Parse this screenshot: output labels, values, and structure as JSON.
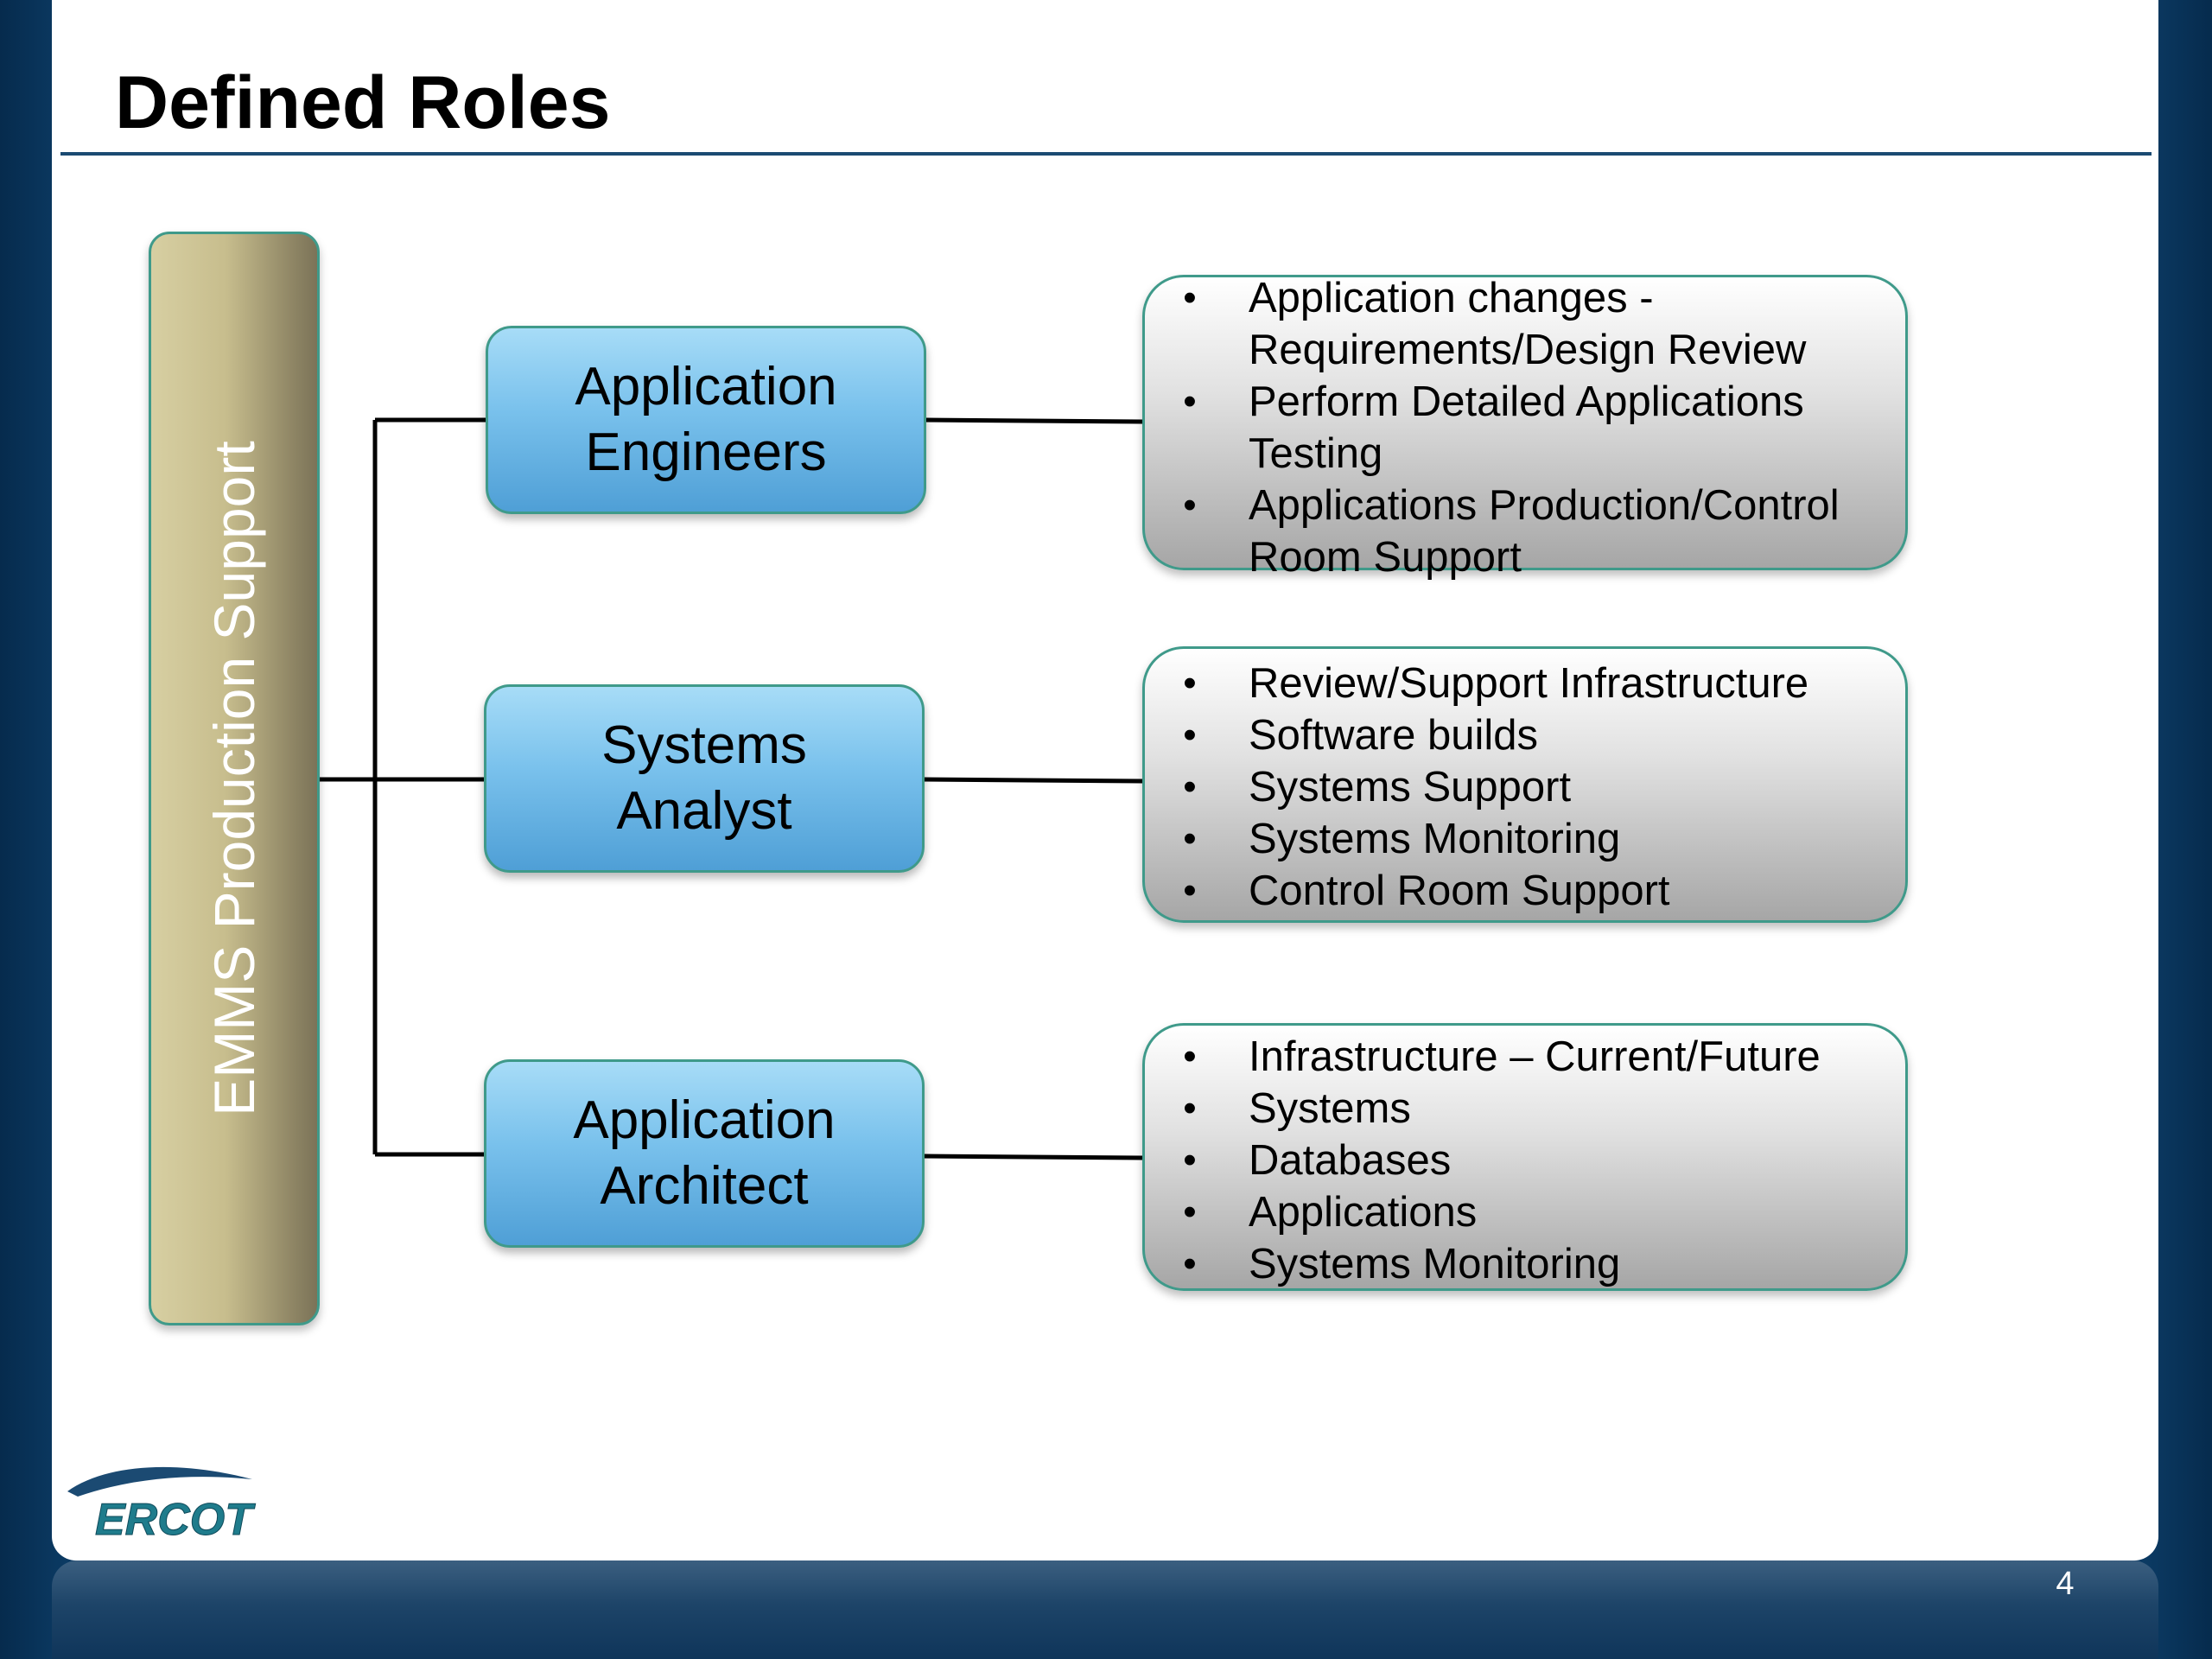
{
  "slide": {
    "title": "Defined Roles",
    "page_number": "4"
  },
  "root": {
    "label": "EMMS Production Support"
  },
  "roles": [
    {
      "label": "Application\nEngineers",
      "details": [
        "Application changes - Requirements/Design Review",
        "Perform Detailed Applications Testing",
        "Applications Production/Control Room Support"
      ]
    },
    {
      "label": "Systems\nAnalyst",
      "details": [
        "Review/Support Infrastructure",
        "Software builds",
        "Systems Support",
        "Systems Monitoring",
        "Control Room Support"
      ]
    },
    {
      "label": "Application\nArchitect",
      "details": [
        "Infrastructure – Current/Future",
        "Systems",
        "Databases",
        "Applications",
        "Systems Monitoring"
      ]
    }
  ],
  "logo": {
    "text": "ERCOT",
    "icon": "ercot-logo-icon"
  },
  "colors": {
    "frame": "#0b3a63",
    "title_rule": "#1b4a72",
    "box_border": "#3f9a8a",
    "role_fill": "#79c1ec",
    "root_fill": "#c7bd8d",
    "logo_text": "#1f7c8c"
  }
}
